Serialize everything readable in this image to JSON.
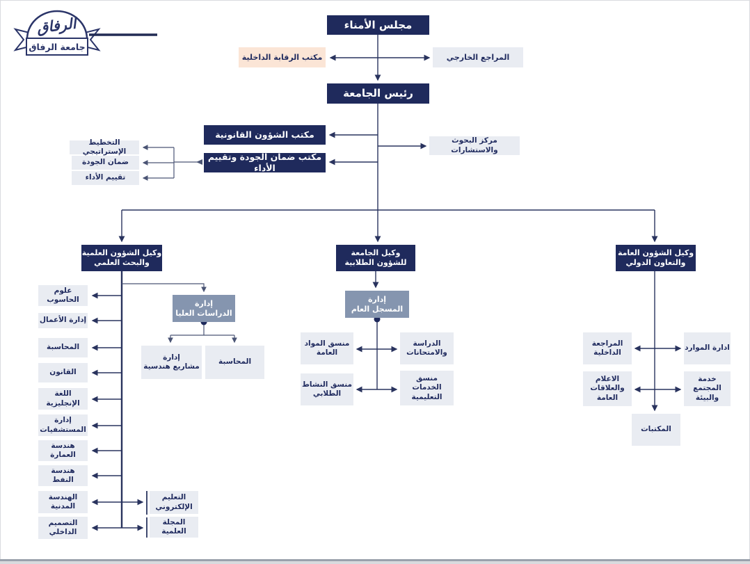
{
  "colors": {
    "navy_box": "#1f2a5c",
    "light_box": "#e9ecf2",
    "peach_box": "#fbe5d6",
    "slate_box": "#8595af",
    "connector": "#29335e",
    "navy_text": "#1f2a5e"
  },
  "logo": {
    "brand": "الرفاق",
    "university": "جامعة الرفاق"
  },
  "nodes": {
    "board": "مجلس الأمناء",
    "internal_audit": "مكتب الرقابة الداخلية",
    "external_auditor": "المراجع الخارجي",
    "president": "رئيس الجامعة",
    "legal_office": "مكتب الشؤون القانونية",
    "research_center": "مركز البحوث والاستشارات",
    "quality_office": "مكتب ضمان الجودة وتقييم الأداء",
    "strategic_planning": "التخطيط الإستراتيجي",
    "quality_assurance": "ضمان الجودة",
    "performance_evaluation": "تقييم الأداء",
    "vp_scientific": "وكيل الشؤون العلمية\nوالبحث العلمي",
    "vp_student": "وكيل الجامعة\nللشؤون الطلابية",
    "vp_general": "وكيل الشؤون العامة\nوالتعاون الدولي",
    "grad_studies": "إدارة\nالدراسات العليا",
    "grad_projects": "إدارة\nمشاريع هندسية",
    "grad_accounting": "المحاسبة",
    "registrar": "إدارة\nالمسجل العام",
    "coord_general_subjects": "منسق المواد\nالعامة",
    "study_exams": "الدراسة\nوالامتحانات",
    "coord_student_activity": "منسق النشاط\nالطلابي",
    "coord_edu_services": "منسق\nالخدمات\nالتعليمية",
    "internal_review": "المراجعة\nالداخلية",
    "resources_admin": "ادارة الموارد",
    "media_pr": "الاعلام\nوالعلاقات\nالعامة",
    "community_service": "خدمة\nالمجتمع\nوالبيئة",
    "libraries": "المكتبات",
    "elearning": "التعليم\nالإلكتروني",
    "journal": "المجلة العلمية",
    "departments": [
      "علوم\nالحاسوب",
      "إدارة الأعمال",
      "المحاسبة",
      "القانون",
      "اللغة\nالإنجليزية",
      "إدارة\nالمستشفيات",
      "هندسة\nالعمارة",
      "هندسة\nالنفط",
      "الهندسة\nالمدنية",
      "التصميم\nالداخلي"
    ]
  }
}
